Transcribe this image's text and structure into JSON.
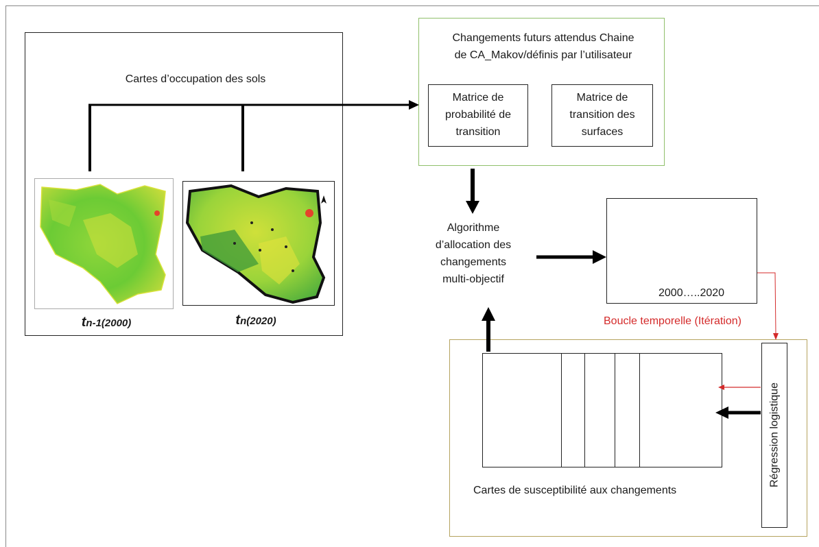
{
  "left_panel": {
    "title": "Cartes d’occupation des sols",
    "map1": {
      "label_main": "t",
      "label_rest": "n-1(2000)"
    },
    "map2": {
      "label_main": "t",
      "label_rest": "n(2020)"
    }
  },
  "markov_box": {
    "title_line1": "Changements futurs attendus Chaine",
    "title_line2": "de CA_Makov/définis par l’utilisateur",
    "matrix1": [
      "Matrice de",
      "probabilité de",
      "transition"
    ],
    "matrix2": [
      "Matrice de",
      "transition des",
      "surfaces"
    ]
  },
  "algorithm": [
    "Algorithme",
    "d’allocation des",
    "changements",
    "multi-objectif"
  ],
  "output_box": {
    "label": "2000…..2020"
  },
  "loop_label": "Boucle temporelle (Itération)",
  "susceptibility": {
    "label": "Cartes de susceptibilité aux changements"
  },
  "regression": {
    "label": "Régression logistique"
  },
  "colors": {
    "markov_border": "#8fbf6a",
    "bottom_border": "#b5a25e",
    "loop_red": "#d42a2a",
    "map_green": "#5cc232",
    "map_yellow": "#d9e23a"
  }
}
